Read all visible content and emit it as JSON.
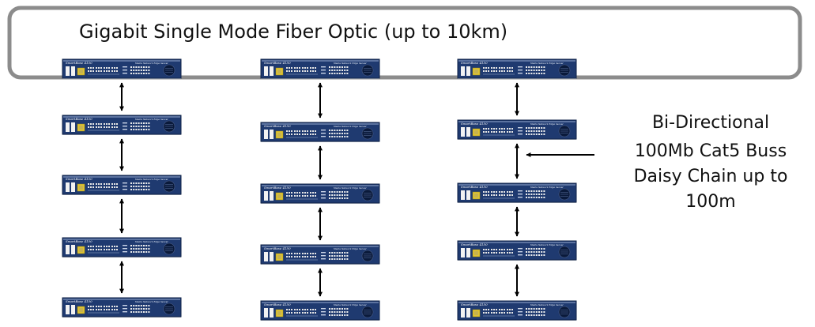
{
  "ring": {
    "label": "Gigabit Single Mode Fiber Optic (up to 10km)"
  },
  "bus_annotation": {
    "lines": [
      "Bi-Directional",
      "100Mb Cat5 Buss",
      "Daisy Chain up to",
      "100m"
    ]
  },
  "device": {
    "brand": "SmartBase 4150",
    "tagline": "Media Network Edge Server"
  },
  "colors": {
    "ring_stroke": "#8c8c8c",
    "device_face": "#1f3a70",
    "device_chassis": "#c8ccd2",
    "arrow": "#000000"
  }
}
